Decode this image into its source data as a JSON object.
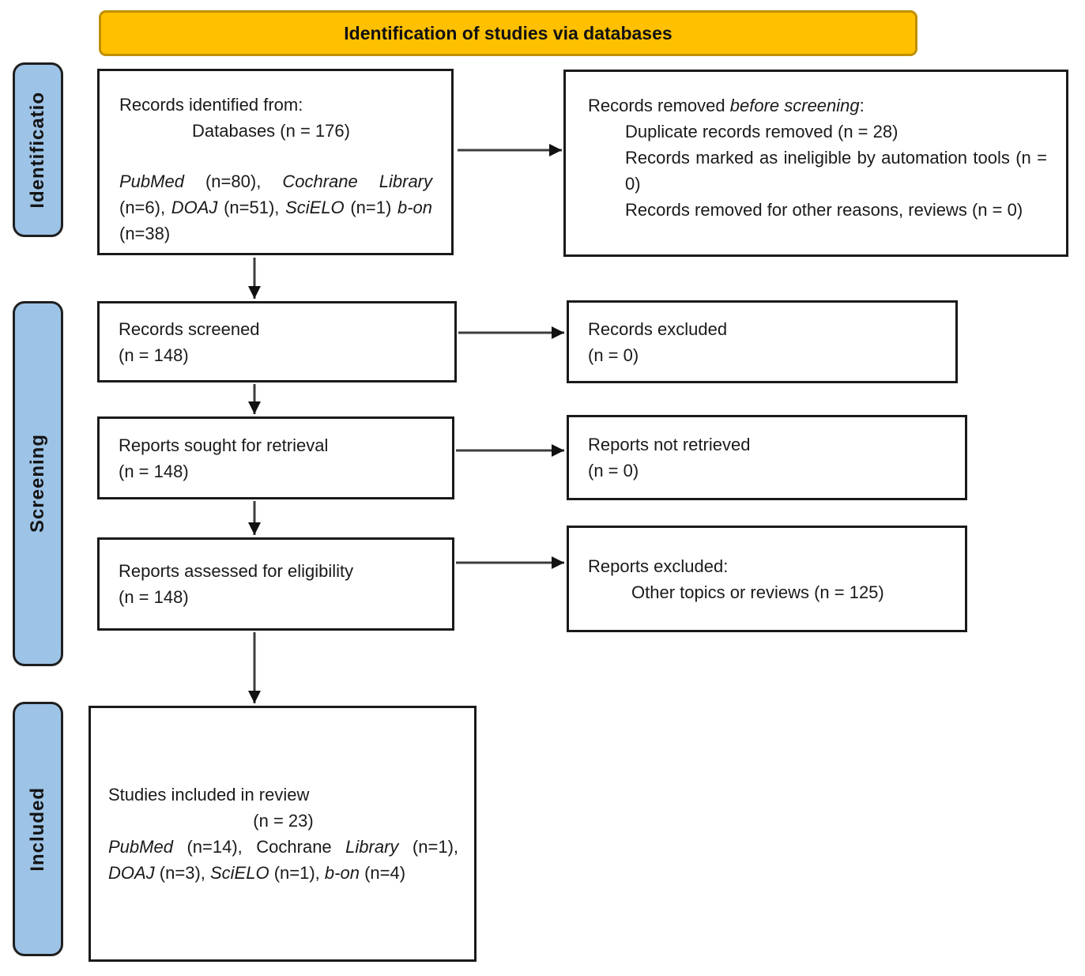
{
  "title": "Identification of studies via databases",
  "colors": {
    "title_fill": "#FFC000",
    "title_border": "#BF9000",
    "stage_fill": "#9DC3E6",
    "box_border": "#1a1a1a",
    "arrow": "#3d3d3d"
  },
  "stages": [
    {
      "label": "Identificatio"
    },
    {
      "label": "Screening"
    },
    {
      "label": "Included"
    }
  ],
  "boxes": {
    "records_identified": {
      "line1": "Records identified from:",
      "line2": "Databases (n = 176)",
      "sources": [
        {
          "t": "PubMed",
          "i": true
        },
        {
          "t": " (n=80), ",
          "i": false
        },
        {
          "t": "Cochrane Library",
          "i": true
        },
        {
          "t": " (n=6), ",
          "i": false
        },
        {
          "t": "DOAJ",
          "i": true
        },
        {
          "t": " (n=51), ",
          "i": false
        },
        {
          "t": "SciELO",
          "i": true
        },
        {
          "t": " (n=1) ",
          "i": false
        },
        {
          "t": "b-on",
          "i": true
        },
        {
          "t": " (n=38)",
          "i": false
        }
      ]
    },
    "records_removed": {
      "header": [
        {
          "t": "Records removed ",
          "i": false
        },
        {
          "t": "before screening",
          "i": true
        },
        {
          "t": ":",
          "i": false
        }
      ],
      "item1": "Duplicate records removed (n = 28)",
      "item2": "Records marked as ineligible by automation tools (n = 0)",
      "item3": "Records removed for other reasons, reviews (n = 0)"
    },
    "records_screened": {
      "line1": "Records screened",
      "line2": "(n = 148)"
    },
    "records_excluded": {
      "line1": "Records excluded",
      "line2": "(n = 0)"
    },
    "reports_sought": {
      "line1": "Reports sought for retrieval",
      "line2": "(n = 148)"
    },
    "reports_not_retrieved": {
      "line1": "Reports not retrieved",
      "line2": "(n = 0)"
    },
    "reports_assessed": {
      "line1": "Reports assessed for eligibility",
      "line2": "(n = 148)"
    },
    "reports_excluded": {
      "header": "Reports excluded:",
      "item1": "Other topics or reviews (n = 125)"
    },
    "studies_included": {
      "line1": "Studies included in review",
      "line2": "(n = 23)",
      "sources": [
        {
          "t": "PubMed",
          "i": true
        },
        {
          "t": " (n=14), Cochrane ",
          "i": false
        },
        {
          "t": "Library",
          "i": true
        },
        {
          "t": " (n=1), ",
          "i": false
        },
        {
          "t": "DOAJ",
          "i": true
        },
        {
          "t": " (n=3), ",
          "i": false
        },
        {
          "t": "SciELO",
          "i": true
        },
        {
          "t": " (n=1), ",
          "i": false
        },
        {
          "t": "b-on",
          "i": true
        },
        {
          "t": " (n=4)",
          "i": false
        }
      ]
    }
  }
}
